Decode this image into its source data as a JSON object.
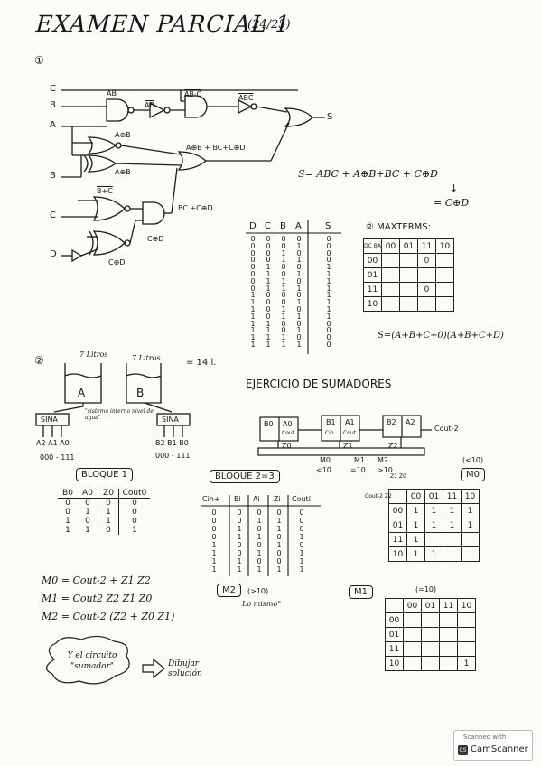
{
  "header": {
    "title": "EXAMEN PARCIAL 1",
    "score": "(24/25)"
  },
  "ex1": {
    "number": "①",
    "inputs": [
      "C",
      "B",
      "A",
      "B",
      "C",
      "D"
    ],
    "gate_labels": {
      "nab": "AB",
      "nab2": "AB",
      "nabc": "AB·C",
      "nnabc": "ABC",
      "axb0": "A⊕B",
      "axb": "A⊕B",
      "bpc": "B+C",
      "or_mid": "A⊕B + BC+C⊕D",
      "bcxd": "BC +C⊕D",
      "cxd1": "C⊕D",
      "cxd2": "C⊕D",
      "out": "S"
    },
    "equation": {
      "s": "S= ABC + A⊕B+BC + C⊕D",
      "arrow": "↓",
      "res": "= C⊕D"
    },
    "truth_table": {
      "headers": [
        "D",
        "C",
        "B",
        "A",
        "S"
      ],
      "cols": [
        [
          "0",
          "0",
          "0",
          "0",
          "0",
          "0",
          "0",
          "0",
          "1",
          "1",
          "1",
          "1",
          "1",
          "1",
          "1",
          "1"
        ],
        [
          "0",
          "0",
          "0",
          "0",
          "1",
          "1",
          "1",
          "1",
          "0",
          "0",
          "0",
          "0",
          "1",
          "1",
          "1",
          "1"
        ],
        [
          "0",
          "0",
          "1",
          "1",
          "0",
          "0",
          "1",
          "1",
          "0",
          "0",
          "1",
          "1",
          "0",
          "0",
          "1",
          "1"
        ],
        [
          "0",
          "1",
          "0",
          "1",
          "0",
          "1",
          "0",
          "1",
          "0",
          "1",
          "0",
          "1",
          "0",
          "1",
          "0",
          "1"
        ],
        [
          "0",
          "0",
          "0",
          "0",
          "1",
          "1",
          "1",
          "1",
          "1",
          "1",
          "1",
          "1",
          "0",
          "0",
          "0",
          "0"
        ]
      ]
    },
    "maxterms": {
      "title": "② MAXTERMS:",
      "corner": "DC BA",
      "cols": [
        "00",
        "01",
        "11",
        "10"
      ],
      "rows": [
        "00",
        "01",
        "11",
        "10"
      ],
      "cells": [
        [
          "",
          "",
          "0",
          ""
        ],
        [
          "",
          "",
          "",
          ""
        ],
        [
          "",
          "",
          "0",
          ""
        ],
        [
          "",
          "",
          "",
          ""
        ]
      ],
      "result": "S=(A+B+C+0)(A+B+C+D)"
    }
  },
  "ex2": {
    "number": "②",
    "tank_a": {
      "volume": "7 Litros",
      "label": "A"
    },
    "tank_b": {
      "volume": "7 Litros",
      "label": "B"
    },
    "total": "= 14 l.",
    "note": "\"sistema interno nivel de agua\"",
    "sina_a": "SINA",
    "sina_b": "SINA",
    "bits_a": "A2  A1  A0",
    "bits_b": "B2  B1  B0",
    "range_a": "000 - 111",
    "range_b": "000 - 111",
    "bloque1": {
      "title": "BLOQUE 1",
      "headers": [
        "B0",
        "A0",
        "Z0",
        "Cout0"
      ],
      "rows": [
        [
          "0",
          "0",
          "0",
          "0"
        ],
        [
          "0",
          "1",
          "1",
          "0"
        ],
        [
          "1",
          "0",
          "1",
          "0"
        ],
        [
          "1",
          "1",
          "0",
          "1"
        ]
      ]
    },
    "bloque23": {
      "title": "BLOQUE 2=3",
      "headers": [
        "Cin+",
        "Bi",
        "Ai",
        "Zi",
        "Couti"
      ],
      "cols": [
        [
          "0",
          "0",
          "0",
          "0",
          "1",
          "1",
          "1",
          "1"
        ],
        [
          "0",
          "0",
          "1",
          "1",
          "0",
          "0",
          "1",
          "1"
        ],
        [
          "0",
          "1",
          "0",
          "1",
          "0",
          "1",
          "0",
          "1"
        ],
        [
          "0",
          "1",
          "1",
          "0",
          "1",
          "0",
          "0",
          "1"
        ],
        [
          "0",
          "0",
          "0",
          "1",
          "0",
          "1",
          "1",
          "1"
        ]
      ]
    },
    "equations": [
      "M0 = Cout-2 + Z1 Z2",
      "M1 = Cout2 Z2 Z1 Z0",
      "M2 = Cout-2 (Z2 + Z0 Z1)"
    ],
    "cloud": "Y el circuito \"sumador\"",
    "draw": "Dibujar solución",
    "m2_box": "M2",
    "m2_note": "(>10)",
    "m2_same": "Lo mismo\"",
    "m1_box": "M1",
    "sumadores_title": "EJERCICIO DE SUMADORES",
    "adders": [
      {
        "a": "B0",
        "b": "A0",
        "c": "Cout"
      },
      {
        "a": "B1",
        "b": "A1",
        "c": "Cin",
        "d": "Cout"
      },
      {
        "a": "B2",
        "b": "A2",
        "c": ""
      }
    ],
    "cout_out": "Cout-2",
    "z_labels": [
      "Z0",
      "Z1",
      "Z2"
    ],
    "m_labels": [
      "M0",
      "M1",
      "M2"
    ],
    "conds": [
      "<10",
      "=10",
      ">10"
    ],
    "m0_box": "M0",
    "lt10": "(<10)",
    "kmap_m0": {
      "corner": "Cout-2 Z2",
      "corner2": "Z1 Z0",
      "cols": [
        "00",
        "01",
        "11",
        "10"
      ],
      "rows": [
        "00",
        "01",
        "11",
        "10"
      ],
      "cells": [
        [
          "1",
          "1",
          "1",
          "1"
        ],
        [
          "1",
          "1",
          "1",
          "1"
        ],
        [
          "1",
          "",
          "",
          ""
        ],
        [
          "1",
          "1",
          "",
          ""
        ]
      ]
    },
    "kmap_m1": {
      "note": "(=10)",
      "cols": [
        "00",
        "01",
        "11",
        "10"
      ],
      "rows": [
        "00",
        "01",
        "11",
        "10"
      ],
      "cells": [
        [
          "",
          "",
          "",
          ""
        ],
        [
          "",
          "",
          "",
          ""
        ],
        [
          "",
          "",
          "",
          ""
        ],
        [
          "",
          "",
          "",
          "1"
        ]
      ]
    }
  },
  "scanner": {
    "line1": "Scanned with",
    "line2": "CamScanner",
    "logo": "CS"
  }
}
